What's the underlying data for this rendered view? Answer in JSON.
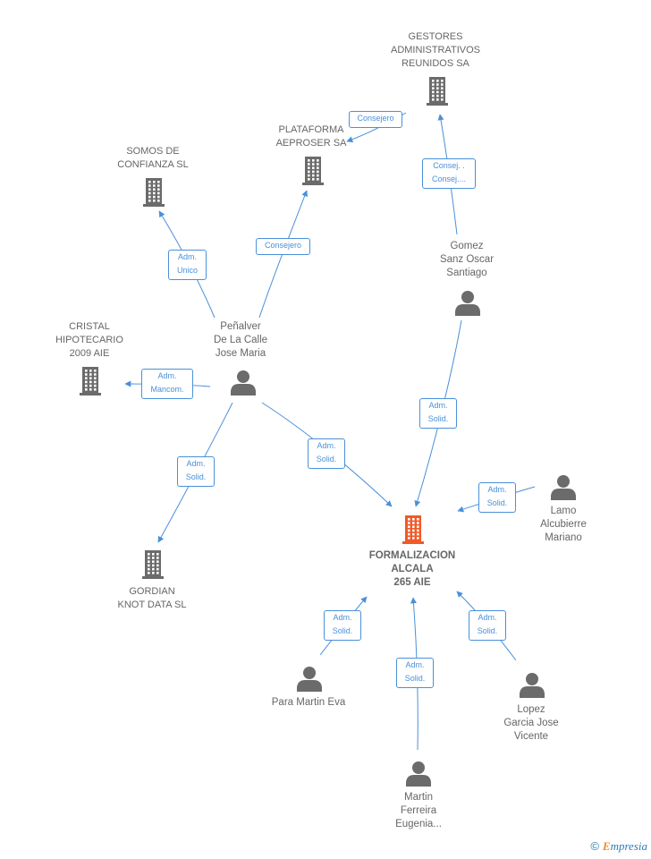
{
  "colors": {
    "edge": "#4a90d9",
    "icon": "#6b6b6b",
    "main_icon": "#f05a28",
    "text": "#666666"
  },
  "nodes": {
    "gestores": {
      "label": "GESTORES\nADMINISTRATIVOS\nREUNIDOS SA",
      "icon": "building-icon"
    },
    "plataforma": {
      "label": "PLATAFORMA\nAEPROSER SA",
      "icon": "building-icon"
    },
    "somos": {
      "label": "SOMOS DE\nCONFIANZA SL",
      "icon": "building-icon"
    },
    "cristal": {
      "label": "CRISTAL\nHIPOTECARIO\n2009 AIE",
      "icon": "building-icon"
    },
    "gordian": {
      "label": "GORDIAN\nKNOT DATA SL",
      "icon": "building-icon"
    },
    "formalizacion": {
      "label": "FORMALIZACION\nALCALA\n265 AIE",
      "icon": "building-icon"
    },
    "penalver": {
      "label": "Peñalver\nDe La Calle\nJose Maria",
      "icon": "person-icon"
    },
    "gomez": {
      "label": "Gomez\nSanz Oscar\nSantiago",
      "icon": "person-icon"
    },
    "lamo": {
      "label": "Lamo\nAlcubierre\nMariano",
      "icon": "person-icon"
    },
    "para": {
      "label": "Para Martin Eva",
      "icon": "person-icon"
    },
    "martin": {
      "label": "Martin\nFerreira\nEugenia...",
      "icon": "person-icon"
    },
    "lopez": {
      "label": "Lopez\nGarcia Jose\nVicente",
      "icon": "person-icon"
    }
  },
  "edges": {
    "gomez_gestores": "Consej. .\nConsej....",
    "gestores_plataforma": "Consejero",
    "penalver_plataforma": "Consejero",
    "penalver_somos": "Adm.\nUnico",
    "penalver_cristal": "Adm.\nMancom.",
    "penalver_gordian": "Adm.\nSolid.",
    "penalver_formalizacion": "Adm.\nSolid.",
    "gomez_formalizacion": "Adm.\nSolid.",
    "lamo_formalizacion": "Adm.\nSolid.",
    "para_formalizacion": "Adm.\nSolid.",
    "martin_formalizacion": "Adm.\nSolid.",
    "lopez_formalizacion": "Adm.\nSolid."
  },
  "footer": {
    "copyright": "©",
    "brand_initial": "E",
    "brand_rest": "mpresia"
  }
}
